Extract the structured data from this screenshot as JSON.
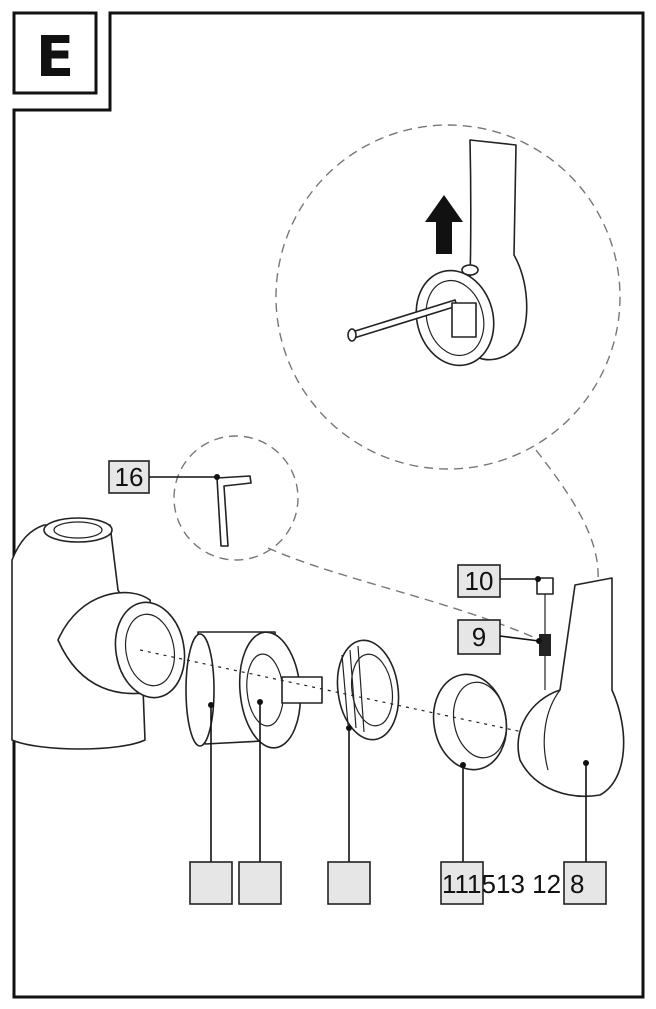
{
  "diagram": {
    "step_label": "E",
    "callouts": {
      "hex_key": "16",
      "screw_cap": "10",
      "grub_screw": "9",
      "bottom_label_strip": "111513 12",
      "handle": "8",
      "box_cartridge": "",
      "box_spindle": "",
      "box_nut": ""
    },
    "colors": {
      "line": "#222222",
      "label_box_fill": "#e6e6e6",
      "dashed_guide": "#777777"
    },
    "icons": [
      "up-arrow-icon",
      "hex-key-icon"
    ]
  }
}
